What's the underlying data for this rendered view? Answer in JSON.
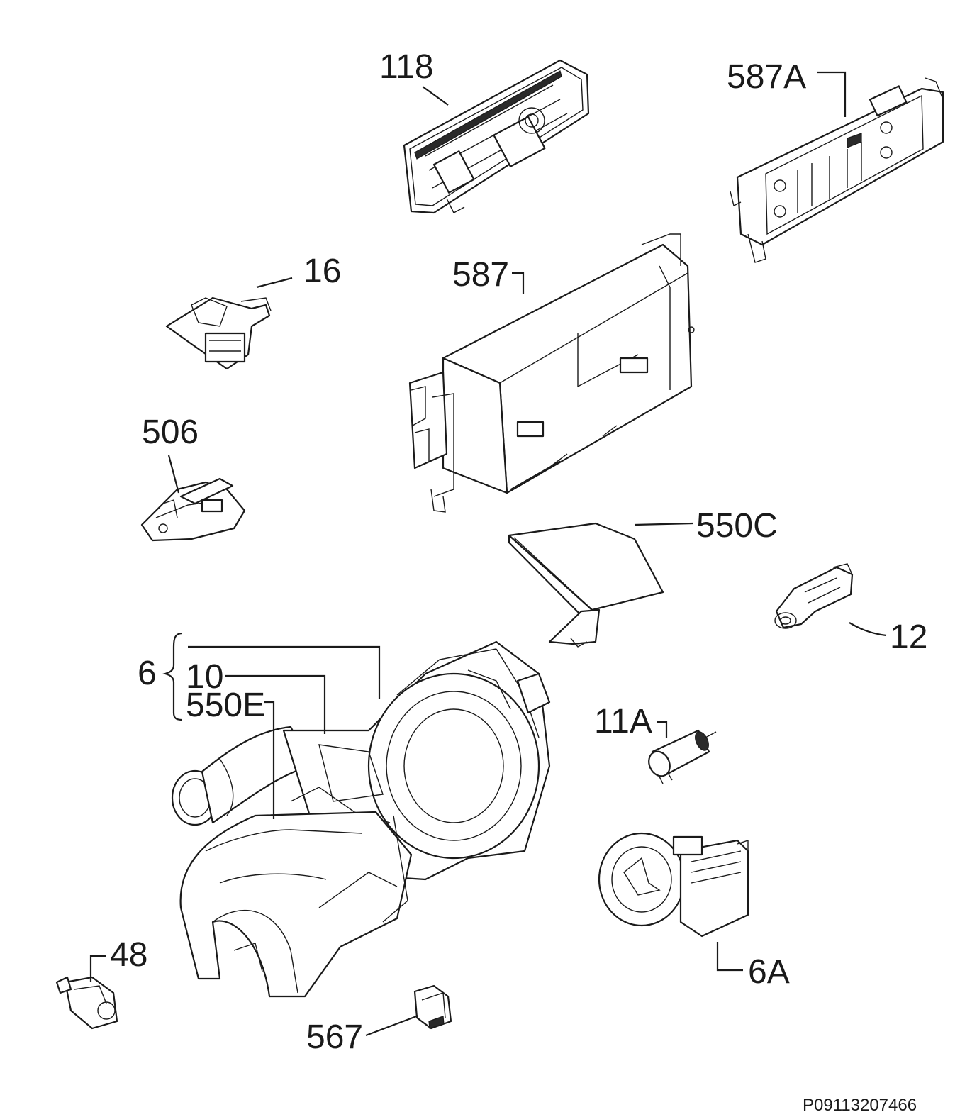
{
  "diagram": {
    "reference_code": "P09113207466",
    "callouts": {
      "c118": "118",
      "c587A": "587A",
      "c16": "16",
      "c587": "587",
      "c506": "506",
      "c550C": "550C",
      "c12": "12",
      "c6": "6",
      "c10": "10",
      "c550E": "550E",
      "c11A": "11A",
      "c48": "48",
      "c6A": "6A",
      "c567": "567"
    }
  }
}
